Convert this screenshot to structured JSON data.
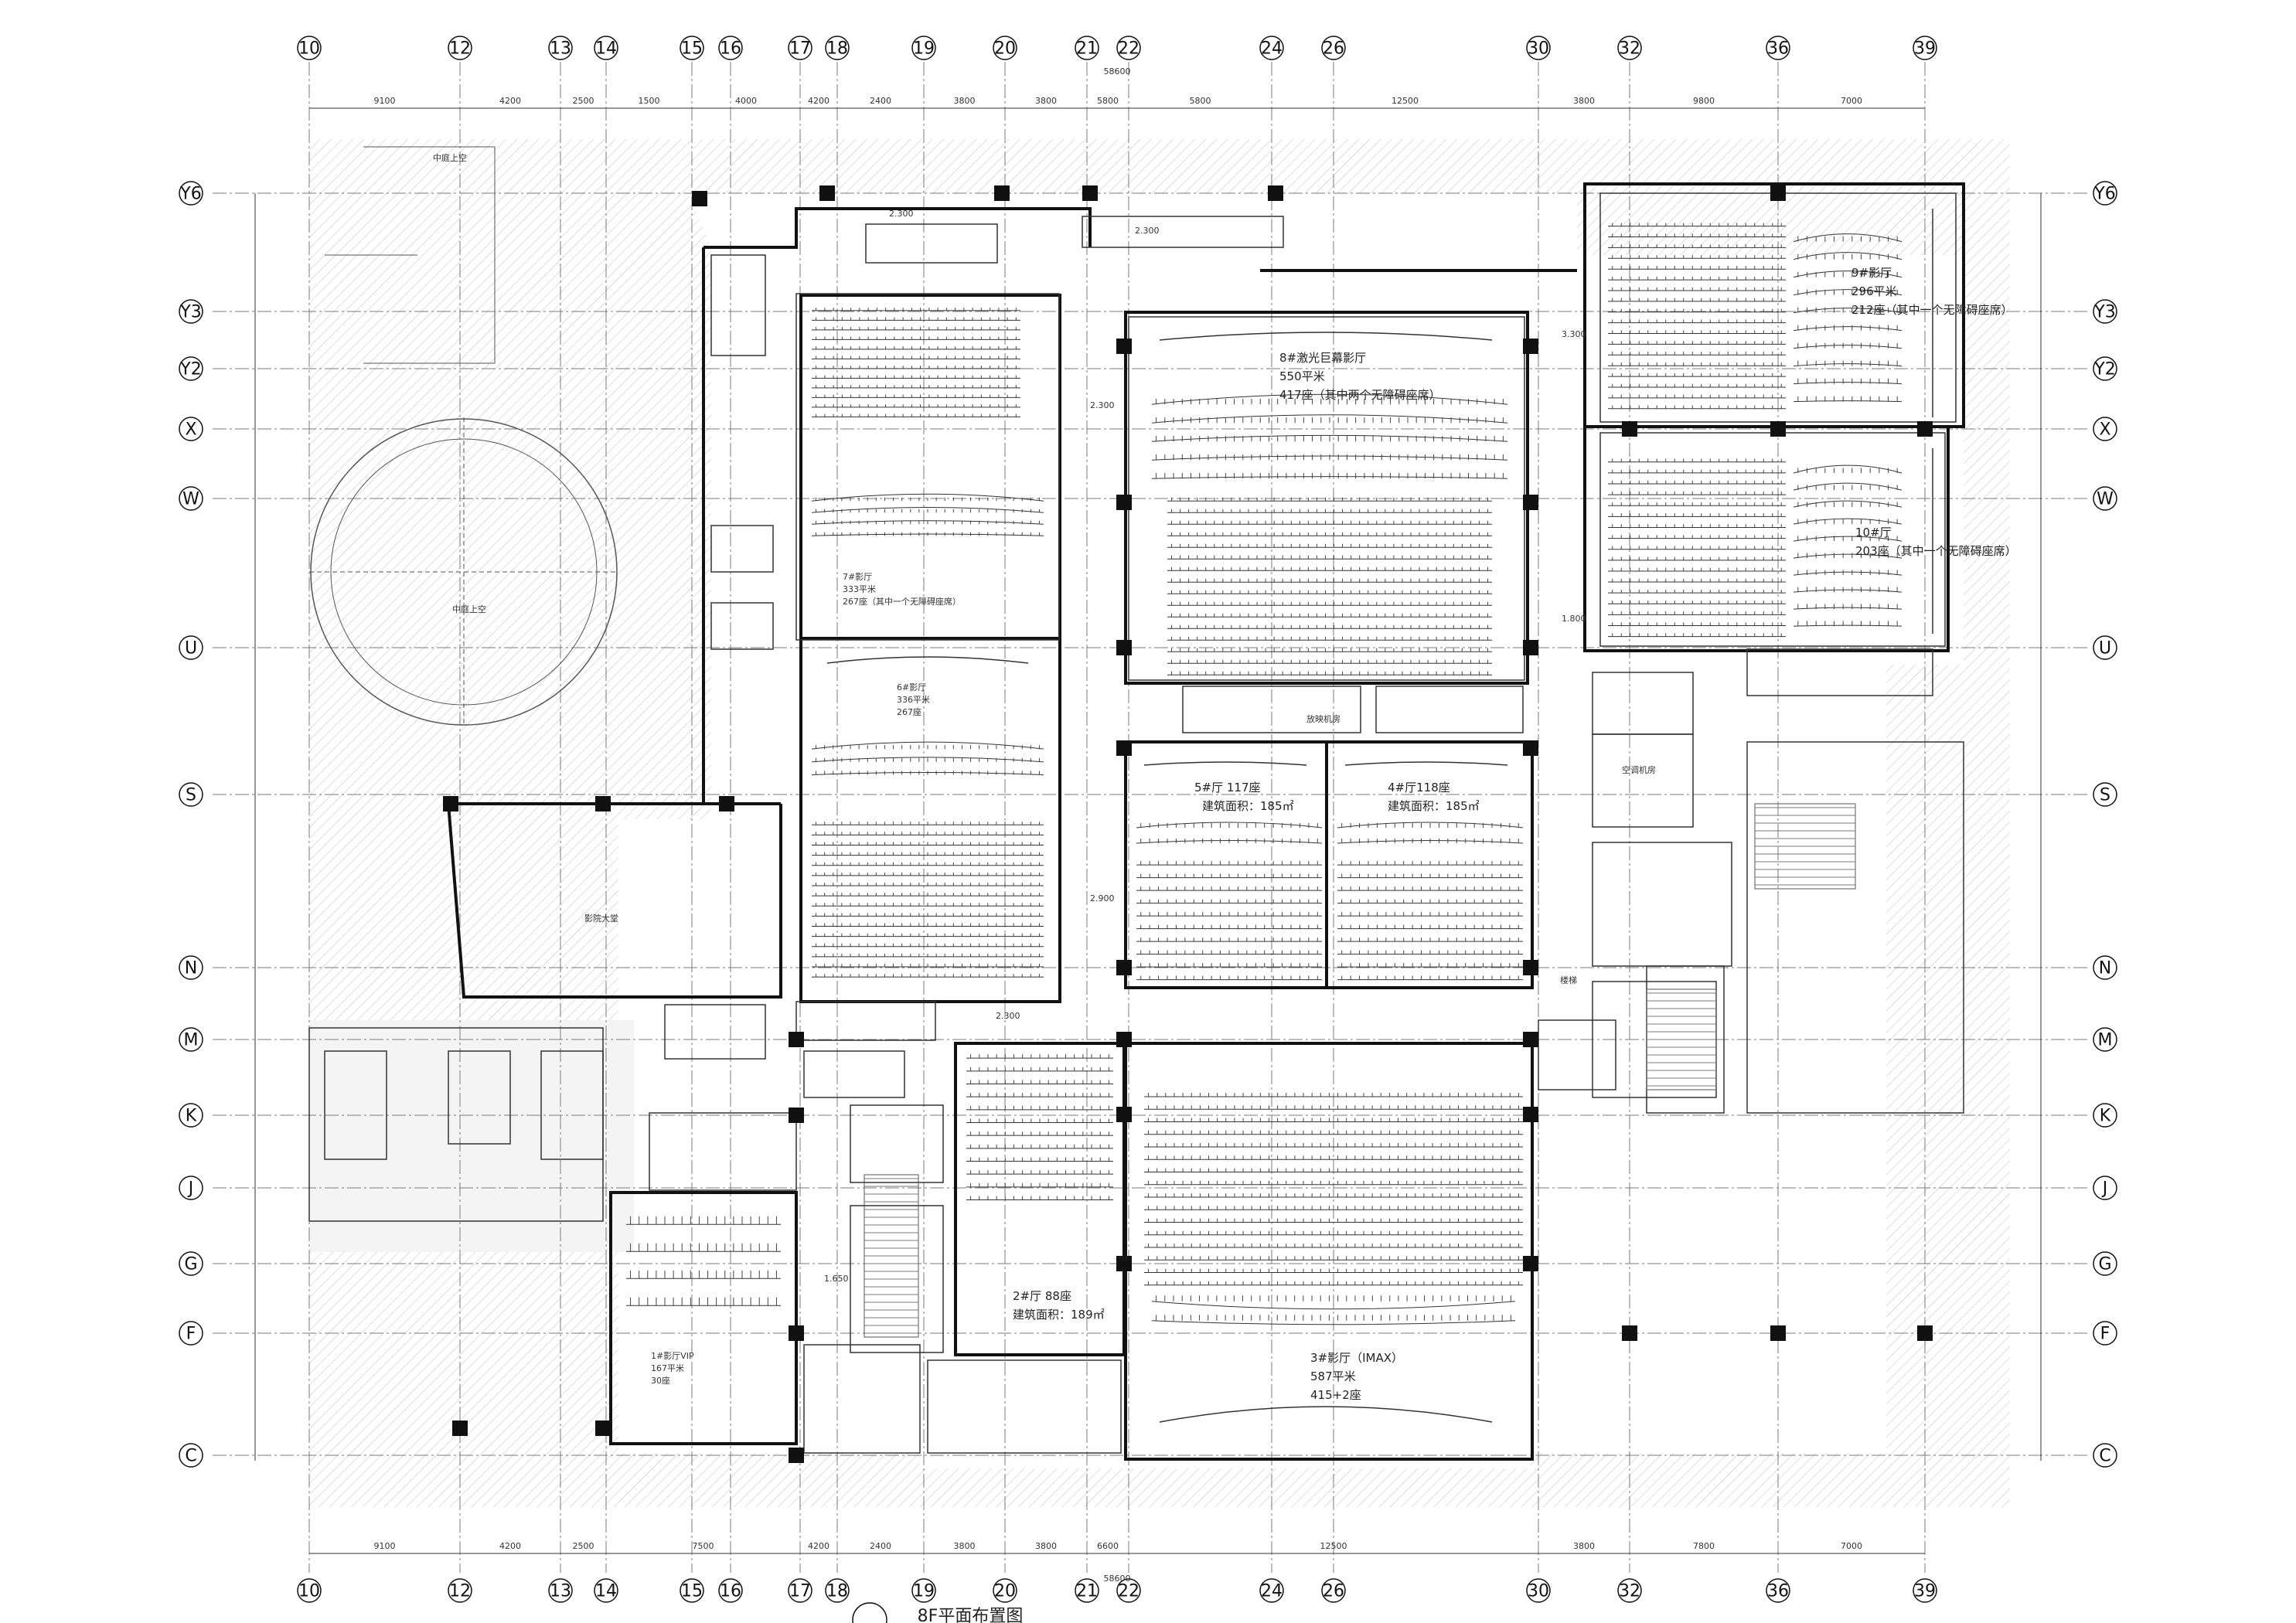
{
  "drawing": {
    "title": "8F平面布置图"
  },
  "grid": {
    "columns": [
      "10",
      "12",
      "13",
      "14",
      "15",
      "16",
      "17",
      "18",
      "19",
      "20",
      "21",
      "22",
      "24",
      "26",
      "30",
      "32",
      "36",
      "39"
    ],
    "rows": [
      "Y6",
      "Y3",
      "Y2",
      "X",
      "W",
      "U",
      "S",
      "N",
      "M",
      "K",
      "J",
      "G",
      "F",
      "C"
    ]
  },
  "dimensions": {
    "top": [
      "9100",
      "4200",
      "2500",
      "1500",
      "4000",
      "4200",
      "2400",
      "3800",
      "3800",
      "5800",
      "5800",
      "12500",
      "3800",
      "9800",
      "7000"
    ],
    "bottom": [
      "9100",
      "4200",
      "2500",
      "7500",
      "4200",
      "2400",
      "3800",
      "3800",
      "6600",
      "12500",
      "3800",
      "7800",
      "7000"
    ],
    "overall_top": "58600",
    "overall_bottom": "58600"
  },
  "rooms": {
    "hall8": {
      "name": "8#激光巨幕影厅",
      "area": "550平米",
      "seats": "417座（其中两个无障碍座席）"
    },
    "hall9": {
      "name": "9#影厅",
      "area": "296平米",
      "seats": "212座（其中一个无障碍座席）"
    },
    "hall10": {
      "name": "10#厅",
      "seats": "203座（其中一个无障碍座席）"
    },
    "hall7": {
      "name": "7#影厅",
      "area": "333平米",
      "seats": "267座（其中一个无障碍座席）"
    },
    "hall6": {
      "name": "6#影厅",
      "area": "336平米",
      "seats": "267座"
    },
    "hall5": {
      "name": "5#厅  117座",
      "area": "建筑面积：185㎡"
    },
    "hall4": {
      "name": "4#厅118座",
      "area": "建筑面积：185㎡"
    },
    "hall3": {
      "name": "3#影厅（IMAX）",
      "area": "587平米",
      "seats": "415+2座"
    },
    "hall2": {
      "name": "2#厅  88座",
      "area": "建筑面积：189㎡"
    },
    "hall1": {
      "name": "1#影厅VIP",
      "area": "167平米",
      "seats": "30座"
    },
    "lobby": {
      "name": "影院大堂"
    },
    "atrium_upper": {
      "name": "中庭上空"
    },
    "atrium": {
      "name": "中庭上空"
    },
    "projection": {
      "name": "放映机房"
    },
    "ac_room": {
      "name": "空调机房"
    },
    "stair": {
      "name": "楼梯"
    }
  },
  "labels": {
    "level_a": "2.300",
    "level_b": "2.300",
    "level_c": "2.300",
    "level_d": "2.900",
    "level_e": "3.300",
    "level_f": "1.800",
    "level_g": "1.650",
    "level_h": "2.300"
  }
}
